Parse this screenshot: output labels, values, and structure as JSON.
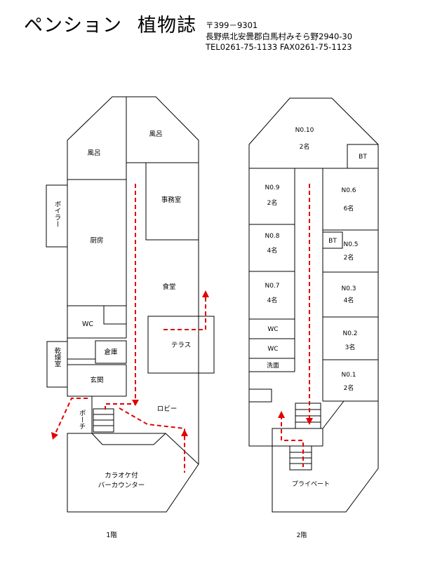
{
  "header": {
    "name": "ペンション",
    "name2": "植物誌",
    "postal": "〒399－9301",
    "address": "長野県北安曇郡白馬村みそら野2940-30",
    "contact": "TEL0261-75-1133  FAX0261-75-1123"
  },
  "floor1": {
    "label": "1階",
    "bath_left": "風呂",
    "bath_right": "風呂",
    "office": "事務室",
    "boiler": "ボイラー",
    "kitchen": "厨房",
    "dining": "食堂",
    "wc": "WC",
    "storage": "倉庫",
    "drying": "乾燥室",
    "entrance": "玄関",
    "terrace": "テラス",
    "porch": "ポーチ",
    "lobby": "ロビー",
    "karaoke_line1": "カラオケ付",
    "karaoke_line2": "バーカウンター"
  },
  "floor2": {
    "label": "2階",
    "rooms": [
      {
        "no": "N0.10",
        "cap": "2名"
      },
      {
        "no": "N0.9",
        "cap": "2名"
      },
      {
        "no": "N0.8",
        "cap": "4名"
      },
      {
        "no": "N0.7",
        "cap": "4名"
      },
      {
        "no": "N0.6",
        "cap": "6名"
      },
      {
        "no": "N0.5",
        "cap": "2名"
      },
      {
        "no": "N0.3",
        "cap": "4名"
      },
      {
        "no": "N0.2",
        "cap": "3名"
      },
      {
        "no": "N0.1",
        "cap": "2名"
      }
    ],
    "bt_top": "BT",
    "bt_mid": "BT",
    "wc1": "WC",
    "wc2": "WC",
    "washroom": "洗面",
    "private": "プライベート"
  },
  "colors": {
    "route": "#e00000",
    "line": "#000000"
  }
}
